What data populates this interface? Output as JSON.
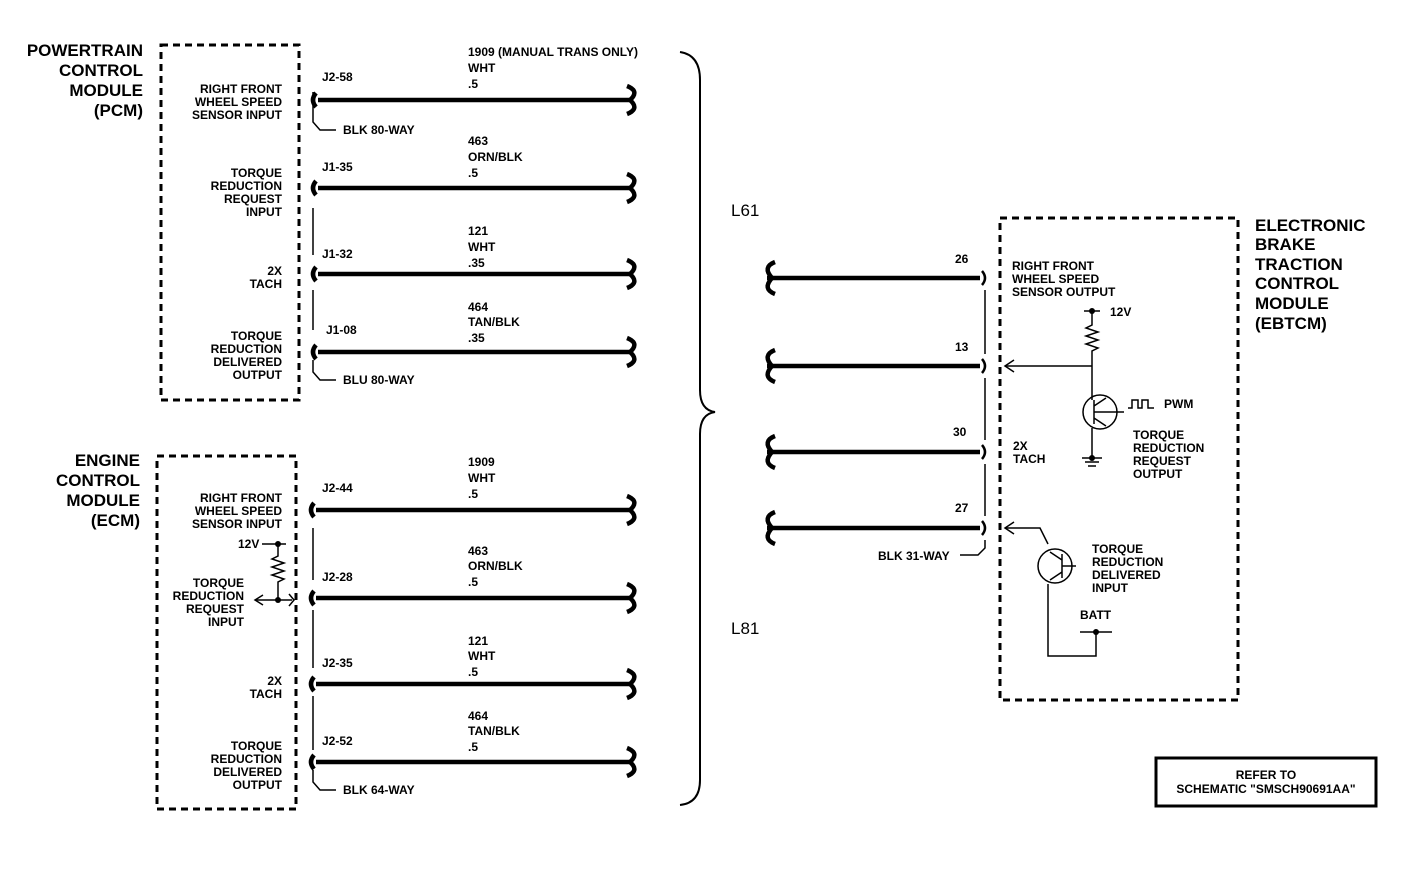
{
  "pcm": {
    "title": [
      "POWERTRAIN",
      "CONTROL",
      "MODULE",
      "(PCM)"
    ],
    "pins": [
      {
        "lines": [
          "RIGHT FRONT",
          "WHEEL SPEED",
          "SENSOR INPUT"
        ],
        "pin": "J2-58",
        "wire": [
          "1909 (MANUAL TRANS ONLY)",
          "WHT",
          ".5"
        ]
      },
      {
        "lines": [
          "TORQUE",
          "REDUCTION",
          "REQUEST",
          "INPUT"
        ],
        "pin": "J1-35",
        "wire": [
          "463",
          "ORN/BLK",
          ".5"
        ]
      },
      {
        "lines": [
          "2X",
          "TACH"
        ],
        "pin": "J1-32",
        "wire": [
          "121",
          "WHT",
          ".35"
        ]
      },
      {
        "lines": [
          "TORQUE",
          "REDUCTION",
          "DELIVERED",
          "OUTPUT"
        ],
        "pin": "J1-08",
        "wire": [
          "464",
          "TAN/BLK",
          ".35"
        ]
      }
    ],
    "conn_top": "BLK 80-WAY",
    "conn_bottom": "BLU 80-WAY"
  },
  "ecm": {
    "title": [
      "ENGINE",
      "CONTROL",
      "MODULE",
      "(ECM)"
    ],
    "pins": [
      {
        "lines": [
          "RIGHT FRONT",
          "WHEEL SPEED",
          "SENSOR INPUT"
        ],
        "pin": "J2-44",
        "wire": [
          "1909",
          "WHT",
          ".5"
        ]
      },
      {
        "lines": [
          "TORQUE",
          "REDUCTION",
          "REQUEST",
          "INPUT"
        ],
        "pin": "J2-28",
        "wire": [
          "463",
          "ORN/BLK",
          ".5"
        ]
      },
      {
        "lines": [
          "2X",
          "TACH"
        ],
        "pin": "J2-35",
        "wire": [
          "121",
          "WHT",
          ".5"
        ]
      },
      {
        "lines": [
          "TORQUE",
          "REDUCTION",
          "DELIVERED",
          "OUTPUT"
        ],
        "pin": "J2-52",
        "wire": [
          "464",
          "TAN/BLK",
          ".5"
        ]
      }
    ],
    "v12": "12V",
    "conn_bottom": "BLK 64-WAY"
  },
  "engine_labels": {
    "top": "L61",
    "bottom": "L81"
  },
  "ebtcm": {
    "title": [
      "ELECTRONIC",
      "BRAKE",
      "TRACTION",
      "CONTROL",
      "MODULE",
      "(EBTCM)"
    ],
    "pins": [
      "26",
      "13",
      "30",
      "27"
    ],
    "connector": "BLK 31-WAY",
    "sensor_output": [
      "RIGHT FRONT",
      "WHEEL SPEED",
      "SENSOR OUTPUT"
    ],
    "v12": "12V",
    "pwm": "PWM",
    "request_output": [
      "TORQUE",
      "REDUCTION",
      "REQUEST",
      "OUTPUT"
    ],
    "tach": [
      "2X",
      "TACH"
    ],
    "delivered_input": [
      "TORQUE",
      "REDUCTION",
      "DELIVERED",
      "INPUT"
    ],
    "batt": "BATT"
  },
  "refer": [
    "REFER TO",
    "SCHEMATIC \"SMSCH90691AA\""
  ]
}
